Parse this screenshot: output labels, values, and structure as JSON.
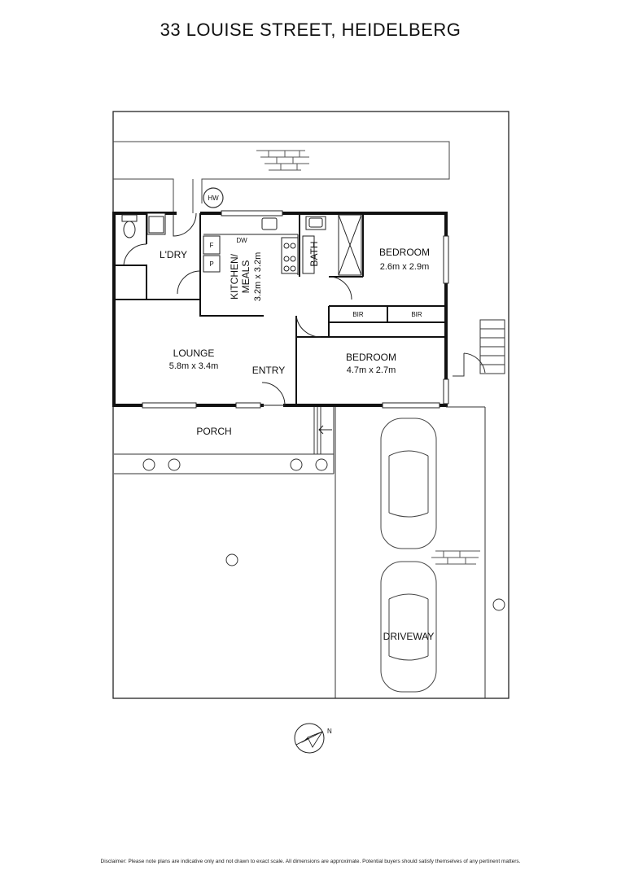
{
  "title": "33 LOUISE STREET, HEIDELBERG",
  "rooms": {
    "lounge": {
      "name": "LOUNGE",
      "dims": "5.8m x 3.4m"
    },
    "kitchen": {
      "name_line1": "KITCHEN/",
      "name_line2": "MEALS",
      "dims": "3.2m x 3.2m"
    },
    "bedroom1": {
      "name": "BEDROOM",
      "dims": "2.6m x 2.9m"
    },
    "bedroom2": {
      "name": "BEDROOM",
      "dims": "4.7m x 2.7m"
    },
    "laundry": {
      "name": "L'DRY"
    },
    "bath": {
      "name": "BATH"
    },
    "entry": {
      "name": "ENTRY"
    },
    "porch": {
      "name": "PORCH"
    },
    "driveway": {
      "name": "DRIVEWAY"
    }
  },
  "fixtures": {
    "hot_water": "HW",
    "dishwasher": "DW",
    "fridge": "F",
    "pantry": "P",
    "bir1": "BIR",
    "bir2": "BIR"
  },
  "compass": {
    "label": "N"
  },
  "disclaimer": "Disclaimer: Please note plans are indicative only and not drawn to exact scale. All dimensions are approximate. Potential buyers should satisfy themselves of any pertinent matters."
}
